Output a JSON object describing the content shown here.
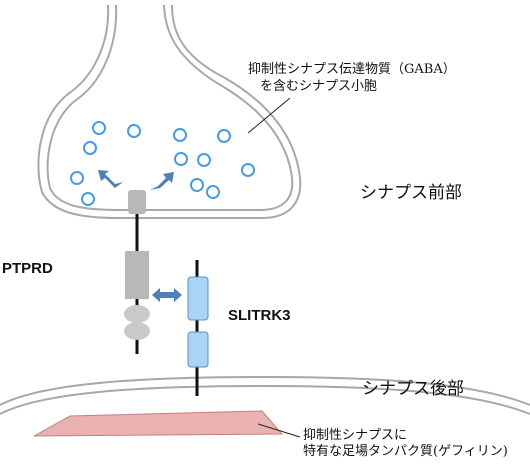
{
  "labels": {
    "vesicle_line1": "抑制性シナプス伝達物質（GABA）",
    "vesicle_line2": "を含むシナプス小胞",
    "presynapse": "シナプス前部",
    "postsynapse": "シナプス後部",
    "ptprd": "PTPRD",
    "slitrk3": "SLITRK3",
    "scaffold_line1": "抑制性シナプスに",
    "scaffold_line2": "特有な足場タンパク質(ゲフィリン)"
  },
  "colors": {
    "membrane": "#a8a8a8",
    "vesicle": "#4a9be0",
    "arrow": "#4f7fb8",
    "ptprd": "#b8b8b8",
    "slitrk3": "#a9d4f5",
    "slitrk3_stroke": "#5b8fc4",
    "scaffold": "#eab1b1",
    "scaffold_stroke": "#c08080"
  }
}
